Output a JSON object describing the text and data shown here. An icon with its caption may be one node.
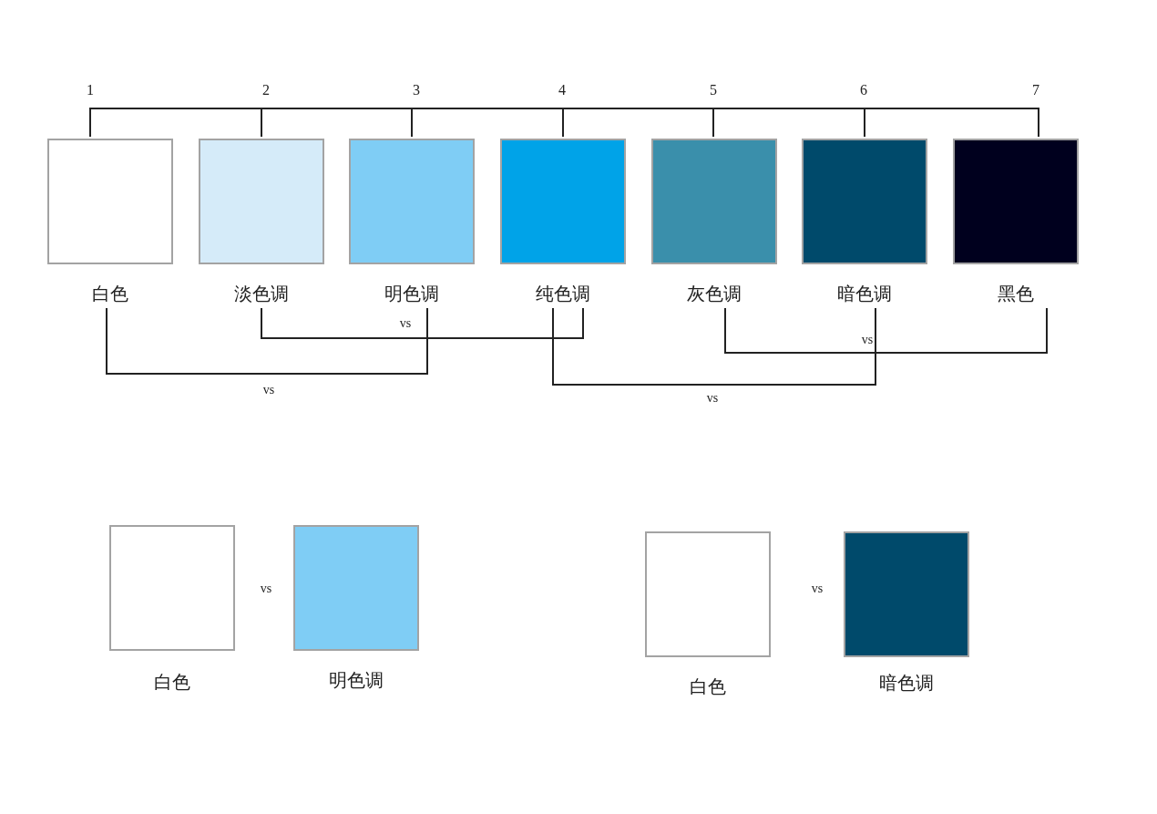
{
  "diagram": {
    "nodes": [
      {
        "text": [
          "白色"
        ]
      },
      {
        "text": [
          "淡色调"
        ]
      },
      {
        "text": [
          "明色调"
        ]
      },
      {
        "text": [
          "纯色调"
        ]
      },
      {
        "text": [
          "灰色调"
        ]
      },
      {
        "text": [
          "暗色调"
        ]
      },
      {
        "text": [
          "黑色"
        ]
      },
      {
        "text": [
          "白色"
        ]
      },
      {
        "text": [
          "明色调"
        ]
      },
      {
        "text": [
          "白色"
        ]
      },
      {
        "text": [
          "暗色调"
        ]
      }
    ],
    "edges": [
      {
        "from": 1,
        "to": 3,
        "arrow": "none",
        "label": "vs"
      },
      {
        "from": 0,
        "to": 2,
        "arrow": "none",
        "label": "vs"
      },
      {
        "from": 4,
        "to": 6,
        "arrow": "none",
        "label": "vs"
      },
      {
        "from": 3,
        "to": 5,
        "arrow": "none",
        "label": "vs"
      }
    ],
    "labels": [
      "1",
      "2",
      "3",
      "4",
      "5",
      "6",
      "7",
      "vs",
      "vs"
    ]
  }
}
